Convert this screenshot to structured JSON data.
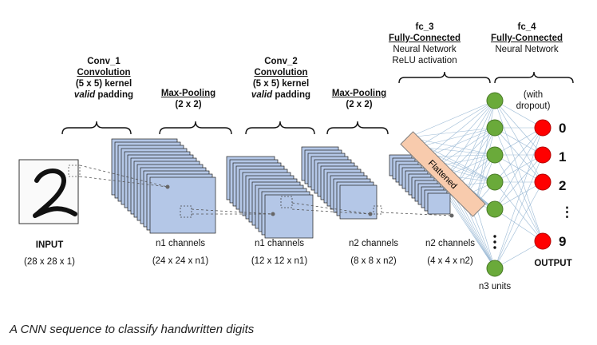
{
  "layers": {
    "conv1": {
      "name": "Conv_1",
      "type": "Convolution",
      "kernel": "(5 x 5) kernel",
      "pad_italic": "valid",
      "pad_rest": " padding"
    },
    "pool1": {
      "name": "Max-Pooling",
      "size": "(2 x 2)"
    },
    "conv2": {
      "name": "Conv_2",
      "type": "Convolution",
      "kernel": "(5 x 5) kernel",
      "pad_italic": "valid",
      "pad_rest": " padding"
    },
    "pool2": {
      "name": "Max-Pooling",
      "size": "(2 x 2)"
    },
    "fc3": {
      "name": "fc_3",
      "type": "Fully-Connected",
      "line1": "Neural Network",
      "line2": "ReLU activation"
    },
    "fc4": {
      "name": "fc_4",
      "type": "Fully-Connected",
      "line1": "Neural Network"
    }
  },
  "dropout": {
    "line1": "(with",
    "line2": "dropout)"
  },
  "flattened": "Flattened",
  "input": {
    "label": "INPUT",
    "dims": "(28 x 28 x 1)"
  },
  "stages": [
    {
      "channels": "n1 channels",
      "dims": "(24 x 24 x n1)"
    },
    {
      "channels": "n1 channels",
      "dims": "(12 x 12 x n1)"
    },
    {
      "channels": "n2 channels",
      "dims": "(8 x 8 x n2)"
    },
    {
      "channels": "n2 channels",
      "dims": "(4 x 4 x n2)"
    }
  ],
  "hidden_units": "n3 units",
  "outputs": {
    "labels": [
      "0",
      "1",
      "2",
      "⋮",
      "9"
    ],
    "title": "OUTPUT"
  },
  "colors": {
    "feature_map": "#b4c7e7",
    "feature_edge": "#1f1f1f",
    "neuron_green": "#6aaa3a",
    "neuron_red": "#ff0000",
    "flatten_fill": "#f8cbad",
    "edges": "#9dbbd6"
  },
  "caption": "A CNN sequence to classify handwritten digits"
}
